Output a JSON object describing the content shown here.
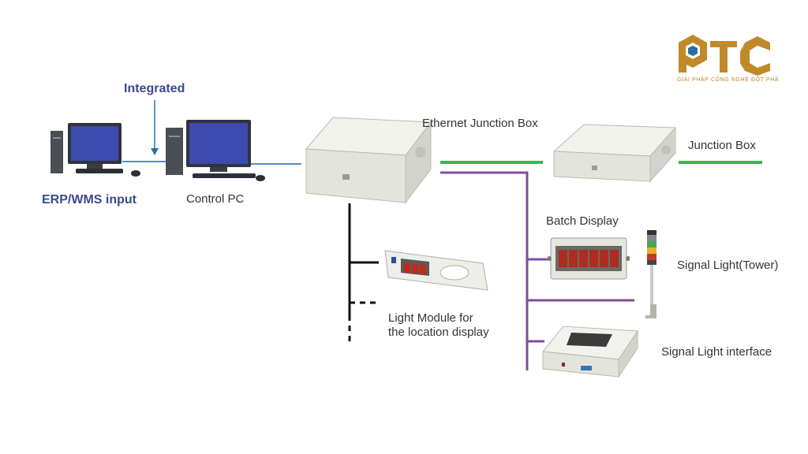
{
  "logo": {
    "tagline": "GIẢI PHÁP CÔNG NGHỆ ĐỘT PHÁ",
    "color_gold": "#c08a2b",
    "color_blue": "#2a6fa3"
  },
  "labels": {
    "integrated": "Integrated",
    "erp_wms": "ERP/WMS input",
    "control_pc": "Control PC",
    "ethernet_box": "Ethernet Junction Box",
    "junction_box": "Junction Box",
    "batch_display": "Batch Display",
    "signal_light": "Signal Light(Tower)",
    "light_module_line1": "Light Module for",
    "light_module_line2": "the location display",
    "signal_interface": "Signal Light interface"
  },
  "colors": {
    "ethernet_wire": "#3cb54a",
    "bus_wire": "#7b4fa0",
    "pc_link": "#5b8ec8",
    "accent_text": "#3b4a8c"
  }
}
